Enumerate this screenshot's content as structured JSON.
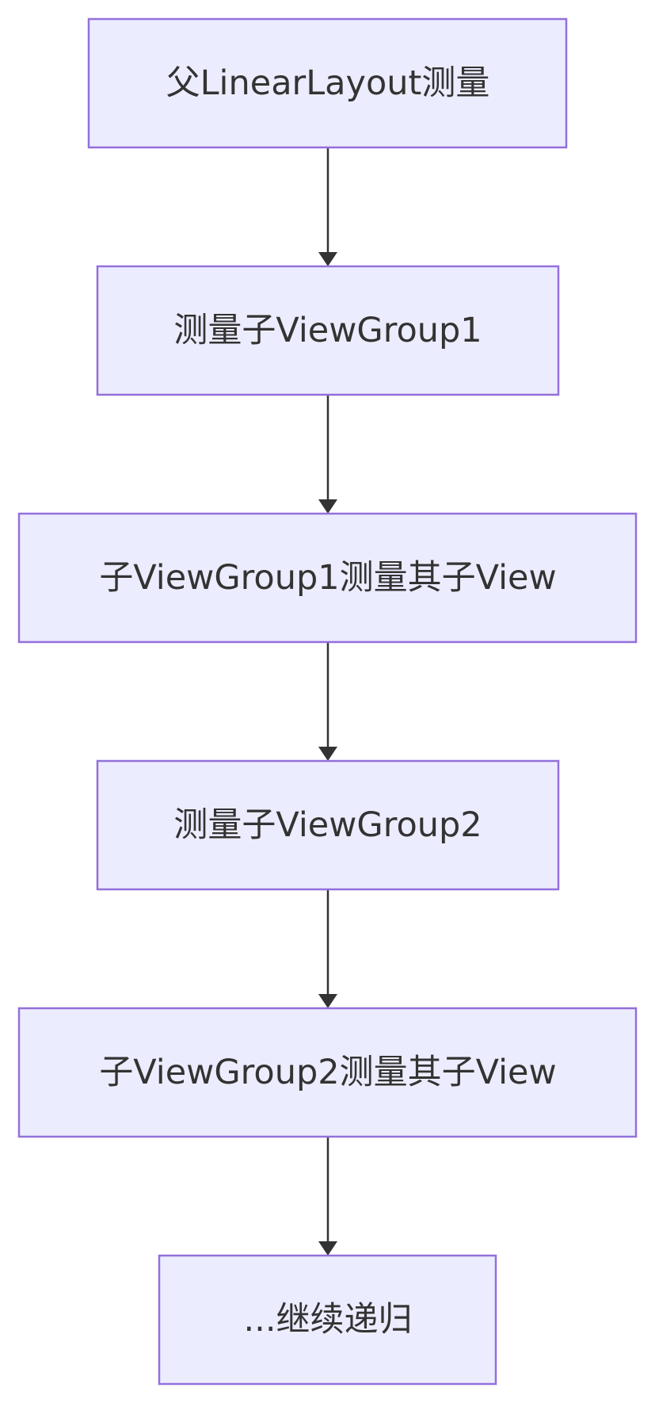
{
  "diagram": {
    "type": "flowchart",
    "direction": "top-to-bottom",
    "colors": {
      "node_fill": "#ECECFF",
      "node_border": "#9370DB",
      "edge": "#333333",
      "text": "#333333"
    },
    "nodes": [
      {
        "id": "n1",
        "label": "父LinearLayout测量"
      },
      {
        "id": "n2",
        "label": "测量子ViewGroup1"
      },
      {
        "id": "n3",
        "label": "子ViewGroup1测量其子View"
      },
      {
        "id": "n4",
        "label": "测量子ViewGroup2"
      },
      {
        "id": "n5",
        "label": "子ViewGroup2测量其子View"
      },
      {
        "id": "n6",
        "label": "...继续递归"
      }
    ],
    "edges": [
      {
        "from": "n1",
        "to": "n2"
      },
      {
        "from": "n2",
        "to": "n3"
      },
      {
        "from": "n3",
        "to": "n4"
      },
      {
        "from": "n4",
        "to": "n5"
      },
      {
        "from": "n5",
        "to": "n6"
      }
    ]
  }
}
